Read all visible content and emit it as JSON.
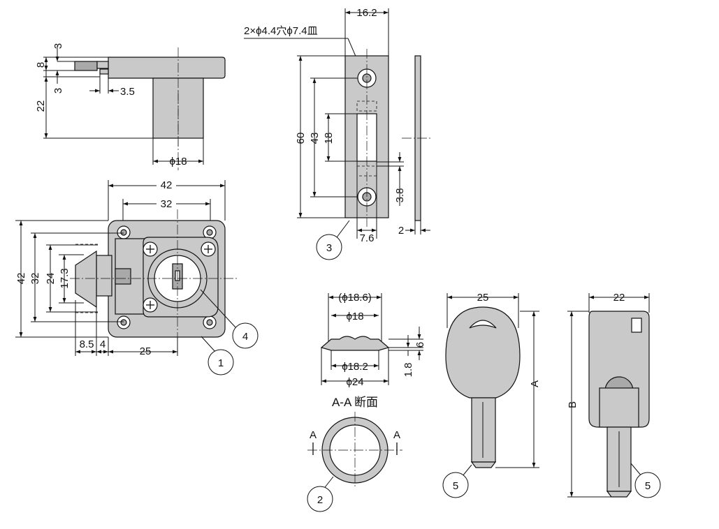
{
  "dimensions": {
    "side_top_3": "3",
    "side_8": "8",
    "side_bottom_3": "3",
    "side_22": "22",
    "side_3_5": "3.5",
    "side_phi18": "ϕ18",
    "front_42_w": "42",
    "front_32_w": "32",
    "front_42_h": "42",
    "front_32_h": "32",
    "front_24_h": "24",
    "front_17_3": "17.3",
    "front_8_5": "8.5",
    "front_4": "4",
    "front_25": "25",
    "strike_hole_note": "2×ϕ4.4穴ϕ7.4皿",
    "strike_16_2": "16.2",
    "strike_60": "60",
    "strike_43": "43",
    "strike_18": "18",
    "strike_3_8": "3.8",
    "strike_7_6": "7.6",
    "strike_2": "2",
    "ring_phi18_6": "(ϕ18.6)",
    "ring_phi18": "ϕ18",
    "ring_6": "6",
    "ring_1_8": "1.8",
    "ring_phi18_2": "ϕ18.2",
    "ring_phi24": "ϕ24",
    "section_title": "A-A 断面",
    "section_mark_left": "A",
    "section_mark_right": "A",
    "key1_25": "25",
    "key1_A": "A",
    "key2_22": "22",
    "key2_B": "B"
  },
  "callouts": {
    "c1": "1",
    "c2": "2",
    "c3": "3",
    "c4": "4",
    "c5a": "5",
    "c5b": "5"
  },
  "icons": {
    "arrowhead": "filled-triangle",
    "screw_head": "phillips-cross"
  }
}
